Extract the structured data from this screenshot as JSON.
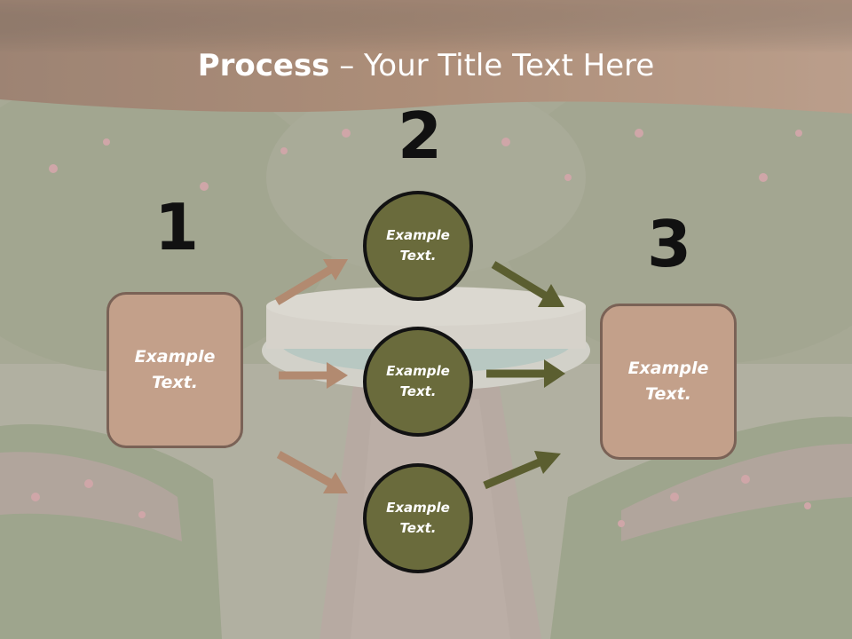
{
  "title": {
    "bold": "Process",
    "rest": " – Your Title Text Here"
  },
  "steps": [
    {
      "number": "1"
    },
    {
      "number": "2"
    },
    {
      "number": "3"
    }
  ],
  "left_box": {
    "line1": "Example",
    "line2": "Text."
  },
  "right_box": {
    "line1": "Example",
    "line2": "Text."
  },
  "circles": [
    {
      "line1": "Example",
      "line2": "Text."
    },
    {
      "line1": "Example",
      "line2": "Text."
    },
    {
      "line1": "Example",
      "line2": "Text."
    }
  ],
  "colors": {
    "header_brown": "#9b705a",
    "box_fill": "#c3a08a",
    "box_border": "#7a6256",
    "circle_fill": "#6a6b3c",
    "circle_border": "#121212",
    "arrow_tan": "#b28a70",
    "arrow_olive": "#5b5e30"
  }
}
